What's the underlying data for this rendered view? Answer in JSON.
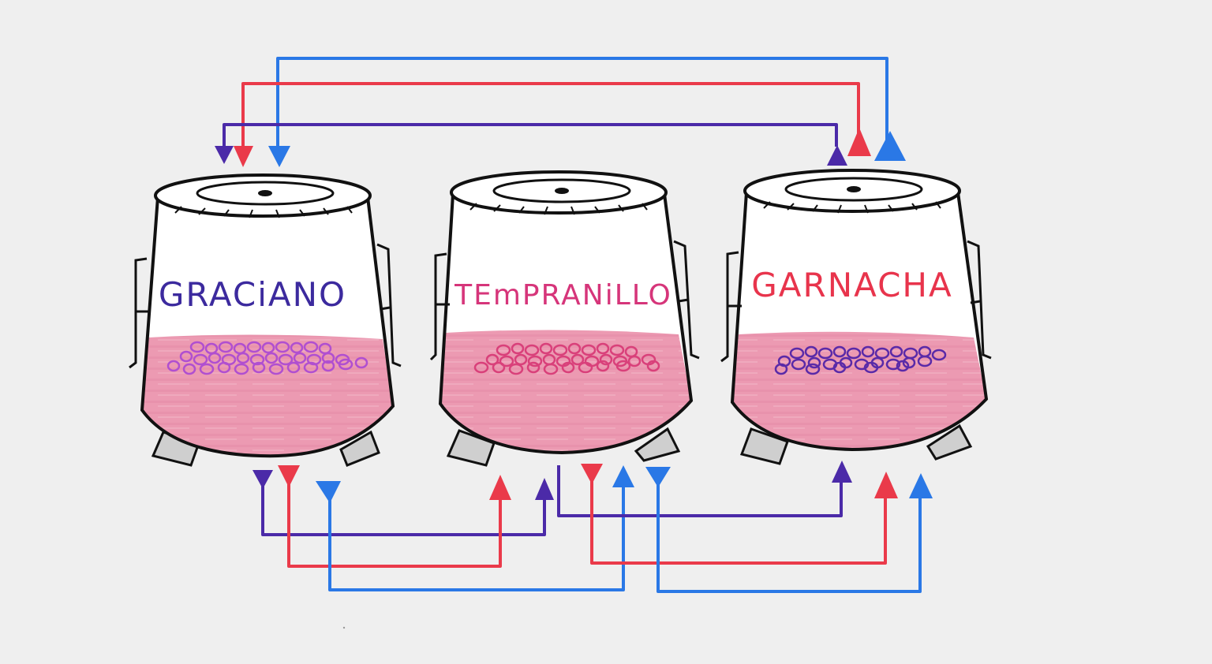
{
  "diagram": {
    "background": "#efefef",
    "colors": {
      "purple": "#4b2aa8",
      "red": "#ea3a4a",
      "blue": "#2a78e6",
      "wine": "#ec9ab2",
      "berry_pink": "#d9407a",
      "berry_purple": "#5a2aa8",
      "leg_fill": "#cfcfcf",
      "outline": "#111111"
    },
    "tanks": [
      {
        "label": "GRACiANO",
        "label_color": "#3c2a9e",
        "berry_color": "#b04fd0"
      },
      {
        "label": "TEmPRANiLLO",
        "label_color": "#d6357a",
        "berry_color": "#d9407a"
      },
      {
        "label": "GARNACHA",
        "label_color": "#e8344c",
        "berry_color": "#5a2aa8"
      }
    ]
  }
}
